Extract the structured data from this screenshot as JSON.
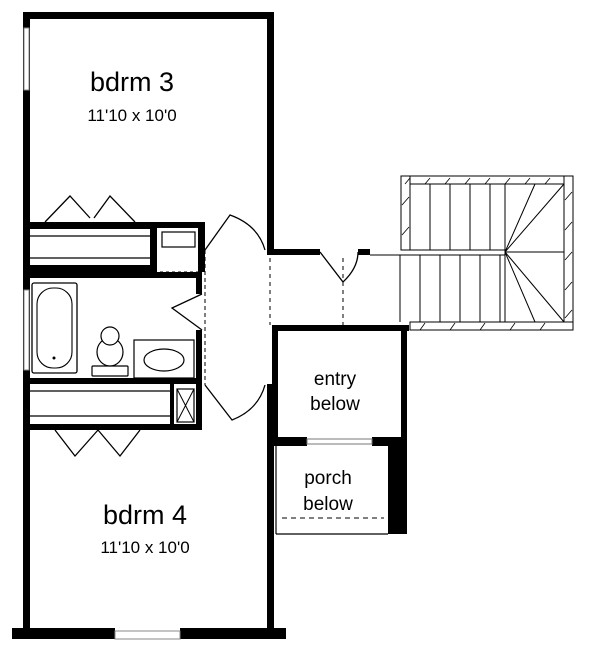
{
  "rooms": {
    "bdrm3": {
      "name": "bdrm 3",
      "size": "11'10 x 10'0"
    },
    "bdrm4": {
      "name": "bdrm 4",
      "size": "11'10 x 10'0"
    },
    "entry": {
      "line1": "entry",
      "line2": "below"
    },
    "porch": {
      "line1": "porch",
      "line2": "below"
    }
  }
}
